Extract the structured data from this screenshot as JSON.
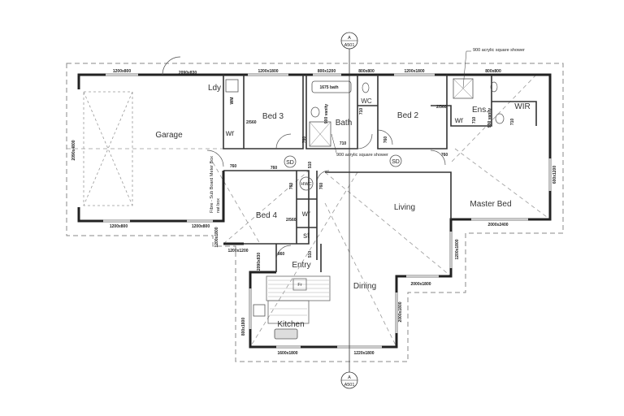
{
  "rooms": {
    "garage": "Garage",
    "laundry": "Ldy",
    "bed3": "Bed 3",
    "bed3_robe": "wr",
    "bath": "Bath",
    "wc": "WC",
    "bed2": "Bed 2",
    "bed2_robe": "wr",
    "ensuite": "Ens.",
    "wir": "WIR",
    "bed4": "Bed 4",
    "bed4_robe": "wr",
    "store": "st",
    "hwc": "HWC",
    "living": "Living",
    "master_bed": "Master Bed",
    "entry": "Entry",
    "dining": "Dining",
    "kitchen": "Kitchen",
    "fridge": "Fr",
    "smoke_detector_1": "SD",
    "smoke_detector_2": "SD"
  },
  "windows": {
    "garage_top": "1200x800",
    "garage_door_top": "2090x830",
    "bed3_top": "1200x1800",
    "bath_top": "800x1200",
    "wc_top": "800x800",
    "bed2_top": "1200x1800",
    "ens_top": "800x800",
    "garage_left": "2090x4800",
    "garage_bottom_1": "1200x800",
    "garage_bottom_2": "1200x800",
    "bed4_bottom": "1200x1200",
    "bed4_left": "1200x1800",
    "entry_door": "2090x830",
    "kitchen_left": "800x1800",
    "kitchen_bottom": "1600x1800",
    "dining_bottom": "1220x1800",
    "dining_right": "2000x1800",
    "living_bottom": "2000x1800",
    "living_right": "1200x1800",
    "master_bottom": "2000x2400",
    "master_right": "600x1200"
  },
  "doors": {
    "bed3_robe": "2/560",
    "bed2_robe": "2/560",
    "bed4_robe": "2/560",
    "garage_internal": "760",
    "bed3": "760",
    "bath": "760",
    "wc": "710",
    "bed2": "760",
    "bed2_hall": "760",
    "ens": "710",
    "wir": "710",
    "bed4": "760",
    "hwc_left": "760",
    "hwc_right": "760",
    "linen": "510",
    "store": "510",
    "entry": "860",
    "bath_shower": "710"
  },
  "fixtures": {
    "bath": "1675 bath",
    "bath_vanity": "900 vanity",
    "ens_vanity": "900 vanity",
    "bath_shower_note": "900 acrylic square shower",
    "ens_shower_note": "900 acrylic square shower",
    "laundry_tub": "WM",
    "meter_note": "Fibre - Sub Board Meter Box",
    "meter_note2": "nat box"
  },
  "section_marker": {
    "top_letter": "A",
    "top_sheet": "A501",
    "bottom_letter": "A",
    "bottom_sheet": "A501"
  }
}
